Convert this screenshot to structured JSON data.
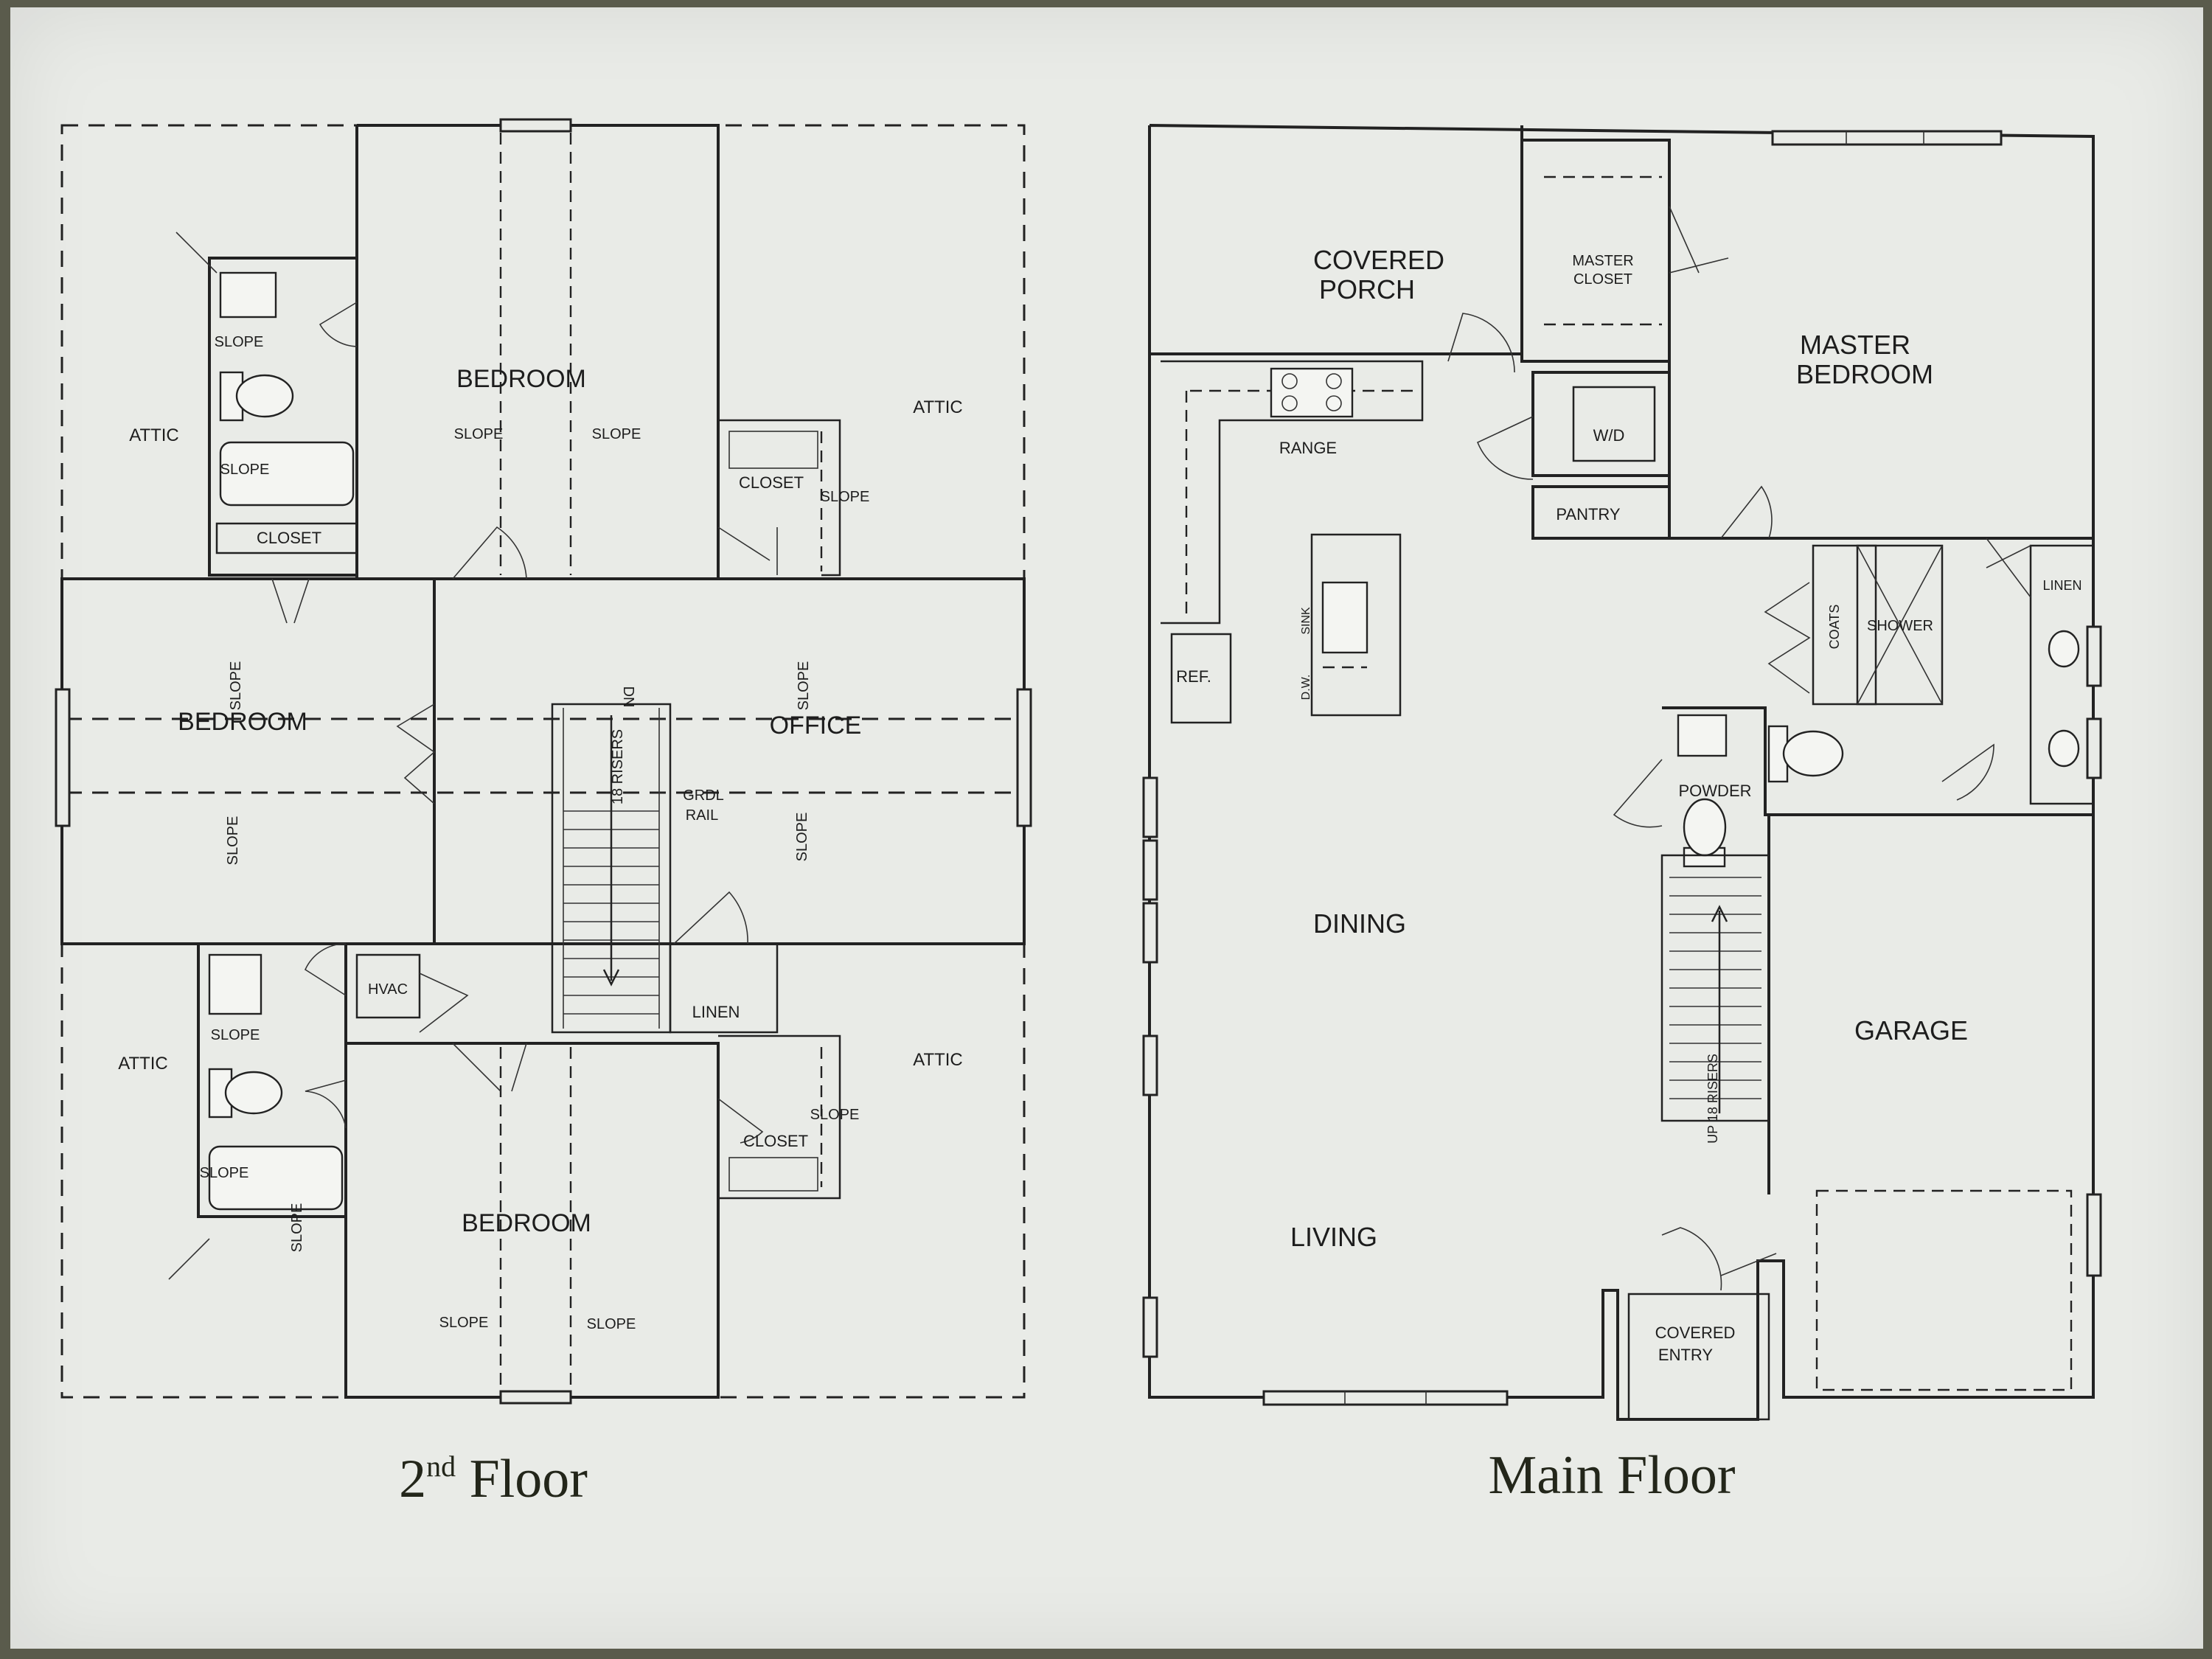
{
  "floors": {
    "second": {
      "title_main": "2",
      "title_sup": "nd",
      "title_rest": " Floor"
    },
    "main": {
      "title": "Main Floor"
    }
  },
  "second_floor_labels": {
    "bedroom_top": "BEDROOM",
    "bedroom_left": "BEDROOM",
    "bedroom_bottom": "BEDROOM",
    "office": "OFFICE",
    "attic": "ATTIC",
    "closet": "CLOSET",
    "hvac": "HVAC",
    "linen": "LINEN",
    "slope": "SLOPE",
    "stair_riser": "18 RISERS",
    "stair_dn": "DN",
    "guardrail_1": "GRDL",
    "guardrail_2": "RAIL"
  },
  "main_floor_labels": {
    "covered_porch_1": "COVERED",
    "covered_porch_2": "PORCH",
    "master_closet_1": "MASTER",
    "master_closet_2": "CLOSET",
    "master_bedroom_1": "MASTER",
    "master_bedroom_2": "BEDROOM",
    "range": "RANGE",
    "wd": "W/D",
    "pantry": "PANTRY",
    "ref": "REF.",
    "sink": "SINK",
    "dw": "D.W.",
    "coats": "COATS",
    "shower": "SHOWER",
    "linen": "LINEN",
    "powder": "POWDER",
    "dining": "DINING",
    "garage": "GARAGE",
    "living": "LIVING",
    "stair_up": "UP 18 RISERS",
    "covered_entry_1": "COVERED",
    "covered_entry_2": "ENTRY"
  }
}
